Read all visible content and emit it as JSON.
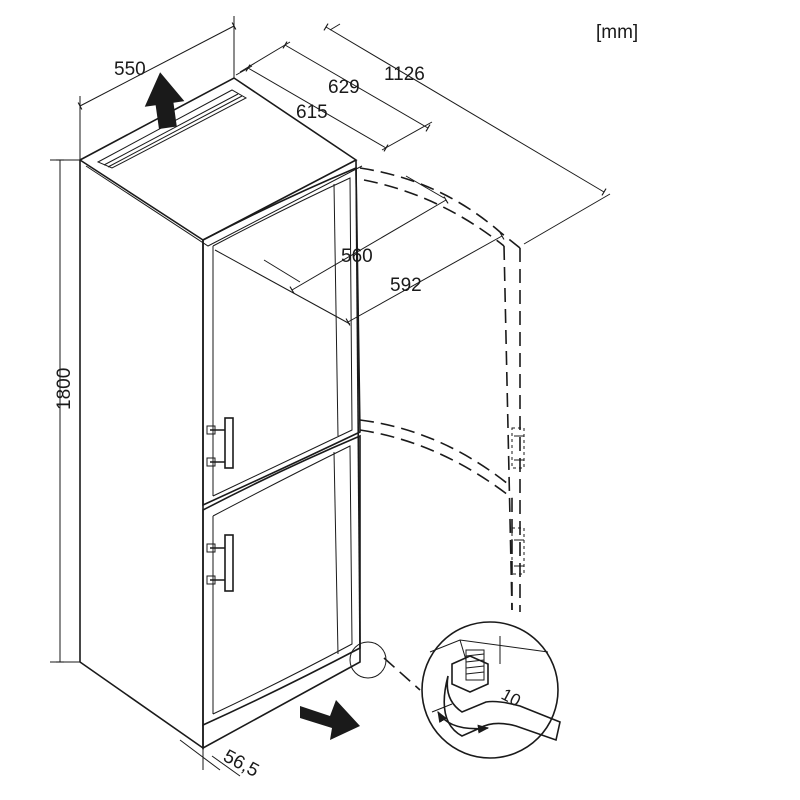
{
  "unit_label": "[mm]",
  "dimensions": {
    "width": "550",
    "depth_629": "629",
    "depth_615": "615",
    "door_open_depth": "1126",
    "inner_560": "560",
    "inner_592": "592",
    "height": "1800",
    "bottom_offset": "56,5"
  },
  "wrench_size": "10",
  "colors": {
    "line": "#1a1a1a",
    "background": "#ffffff",
    "wrench": "#d9d9d9"
  },
  "icons": [
    "ventilation-arrow-icon",
    "air-intake-arrow-icon",
    "wrench-icon",
    "rotate-arrow-icon"
  ]
}
